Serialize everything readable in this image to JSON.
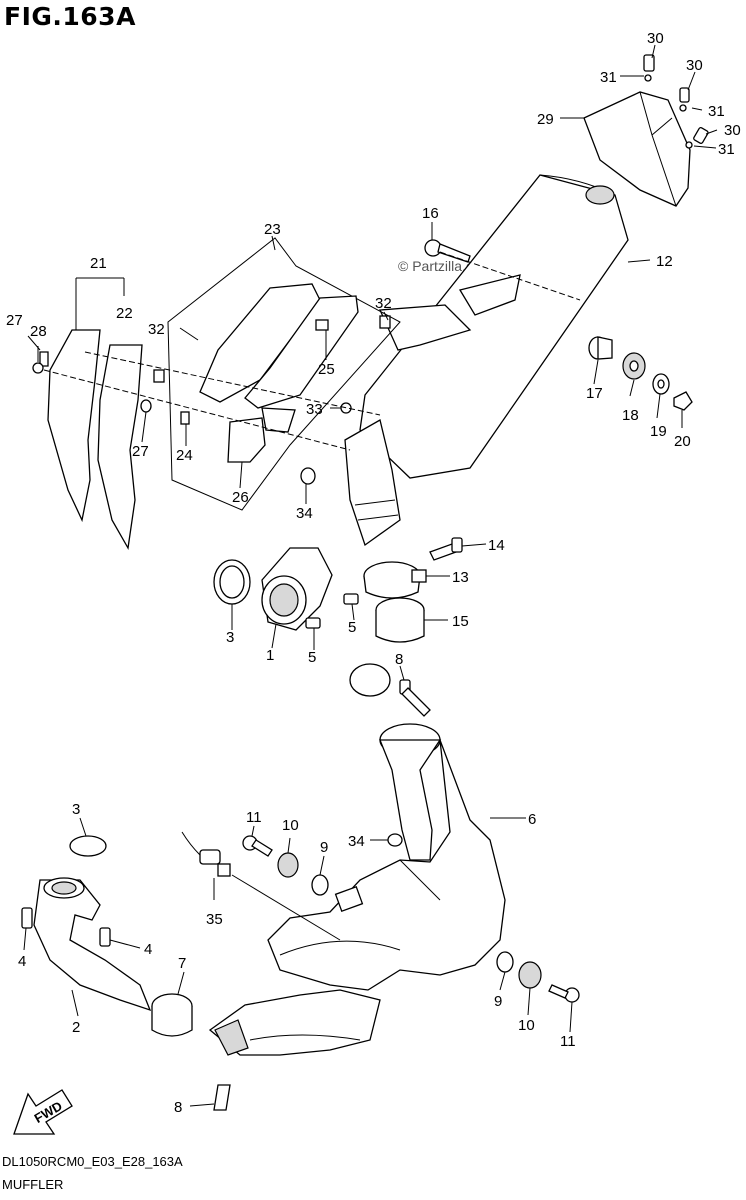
{
  "figure": {
    "title": "FIG.163A",
    "code": "DL1050RCM0_E03_E28_163A",
    "name": "MUFFLER",
    "watermark": "© Partzilla.com",
    "fwd_label": "FWD"
  },
  "callouts": [
    {
      "id": "c30a",
      "label": "30"
    },
    {
      "id": "c31a",
      "label": "31"
    },
    {
      "id": "c30b",
      "label": "30"
    },
    {
      "id": "c31b",
      "label": "31"
    },
    {
      "id": "c29",
      "label": "29"
    },
    {
      "id": "c30c",
      "label": "30"
    },
    {
      "id": "c31c",
      "label": "31"
    },
    {
      "id": "c16",
      "label": "16"
    },
    {
      "id": "c12",
      "label": "12"
    },
    {
      "id": "c23",
      "label": "23"
    },
    {
      "id": "c21",
      "label": "21"
    },
    {
      "id": "c22",
      "label": "22"
    },
    {
      "id": "c27a",
      "label": "27"
    },
    {
      "id": "c28",
      "label": "28"
    },
    {
      "id": "c32a",
      "label": "32"
    },
    {
      "id": "c32b",
      "label": "32"
    },
    {
      "id": "c25",
      "label": "25"
    },
    {
      "id": "c17",
      "label": "17"
    },
    {
      "id": "c18",
      "label": "18"
    },
    {
      "id": "c19",
      "label": "19"
    },
    {
      "id": "c20",
      "label": "20"
    },
    {
      "id": "c33",
      "label": "33"
    },
    {
      "id": "c24",
      "label": "24"
    },
    {
      "id": "c27b",
      "label": "27"
    },
    {
      "id": "c26",
      "label": "26"
    },
    {
      "id": "c34a",
      "label": "34"
    },
    {
      "id": "c14",
      "label": "14"
    },
    {
      "id": "c13",
      "label": "13"
    },
    {
      "id": "c3a",
      "label": "3"
    },
    {
      "id": "c1",
      "label": "1"
    },
    {
      "id": "c5a",
      "label": "5"
    },
    {
      "id": "c5b",
      "label": "5"
    },
    {
      "id": "c15",
      "label": "15"
    },
    {
      "id": "c8a",
      "label": "8"
    },
    {
      "id": "c6",
      "label": "6"
    },
    {
      "id": "c3b",
      "label": "3"
    },
    {
      "id": "c11a",
      "label": "11"
    },
    {
      "id": "c10a",
      "label": "10"
    },
    {
      "id": "c9a",
      "label": "9"
    },
    {
      "id": "c34b",
      "label": "34"
    },
    {
      "id": "c35",
      "label": "35"
    },
    {
      "id": "c4a",
      "label": "4"
    },
    {
      "id": "c4b",
      "label": "4"
    },
    {
      "id": "c7",
      "label": "7"
    },
    {
      "id": "c2",
      "label": "2"
    },
    {
      "id": "c9b",
      "label": "9"
    },
    {
      "id": "c10b",
      "label": "10"
    },
    {
      "id": "c11b",
      "label": "11"
    },
    {
      "id": "c8b",
      "label": "8"
    }
  ]
}
